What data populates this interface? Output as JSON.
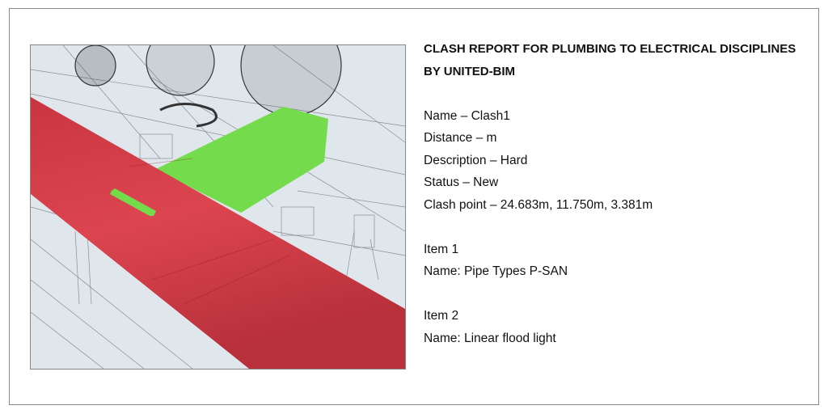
{
  "report": {
    "title_line1": "CLASH REPORT FOR PLUMBING TO ELECTRICAL DISCIPLINES",
    "title_line2": "BY UNITED-BIM",
    "name": "Name – Clash1",
    "distance": "Distance – m",
    "description": "Description – Hard",
    "status": "Status – New",
    "clash_point": "Clash point – 24.683m, 11.750m, 3.381m",
    "item1_heading": "Item 1",
    "item1_name": "Name: Pipe Types P-SAN",
    "item2_heading": "Item 2",
    "item2_name": "Name: Linear flood light"
  },
  "colors": {
    "pipe": "#d9404a",
    "light": "#72d94a",
    "background": "#dfe6ec"
  }
}
